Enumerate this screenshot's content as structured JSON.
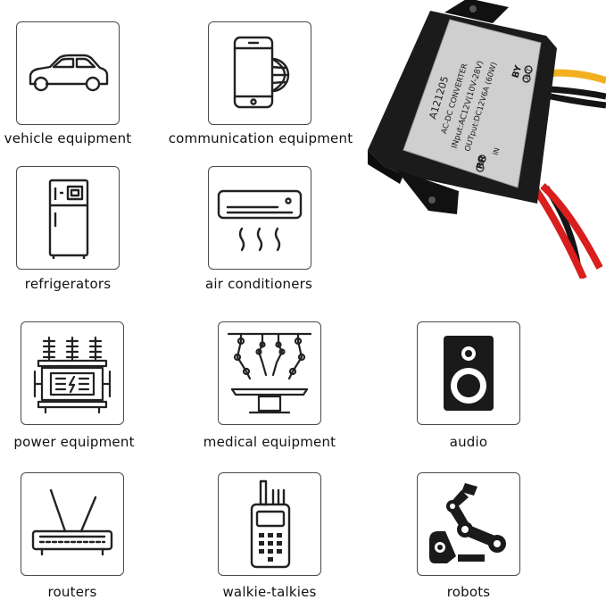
{
  "labels": {
    "vehicle": "vehicle equipment",
    "communication": "communication equipment",
    "refrigerators": "refrigerators",
    "air": "air conditioners",
    "power": "power equipment",
    "medical": "medical equipment",
    "audio": "audio",
    "routers": "routers",
    "walkie": "walkie-talkies",
    "robots": "robots"
  },
  "device": {
    "model": "A121205",
    "type": "AC-DC CONVERTER",
    "input": "INput:AC12V(10V-28V)",
    "output": "OUTput:DC12V6A (60W)",
    "by": "BY",
    "out": "OUT",
    "rr": "RR",
    "in": "IN"
  },
  "colors": {
    "icon_stroke": "#222222",
    "tile_border": "#4a4a4a",
    "wire_yellow": "#f2b01e",
    "wire_red": "#d91e1e",
    "wire_black": "#151515",
    "case": "#1b1b1b",
    "label_plate": "#cfcfcf"
  }
}
